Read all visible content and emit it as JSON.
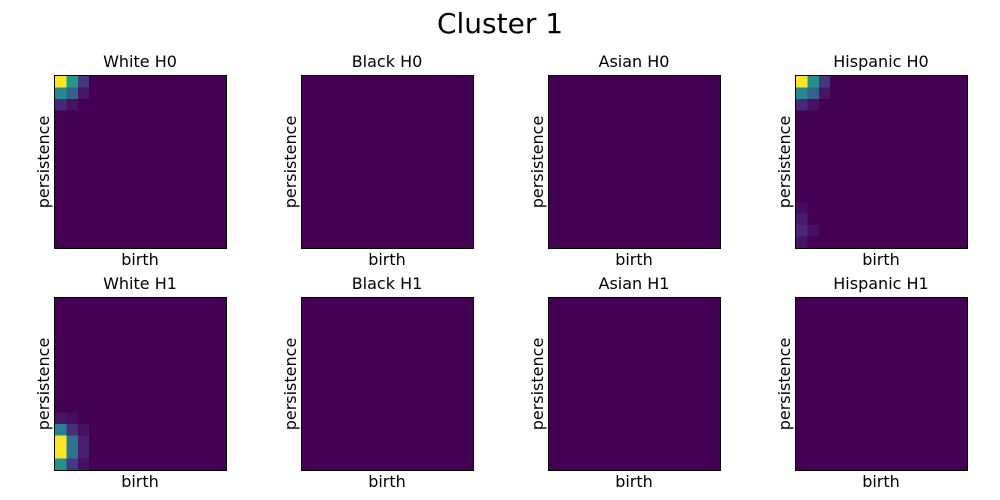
{
  "figure": {
    "title": "Cluster 1",
    "background": "#ffffff",
    "spine_color": "#000000"
  },
  "colormap": {
    "name": "viridis",
    "stops": [
      [
        0.0,
        "#440154"
      ],
      [
        0.1,
        "#482878"
      ],
      [
        0.2,
        "#3e4a89"
      ],
      [
        0.3,
        "#31688e"
      ],
      [
        0.4,
        "#26828e"
      ],
      [
        0.5,
        "#21918c"
      ],
      [
        0.6,
        "#35b779"
      ],
      [
        0.7,
        "#6dcd59"
      ],
      [
        0.8,
        "#b4de2c"
      ],
      [
        0.9,
        "#dfe318"
      ],
      [
        1.0,
        "#fde725"
      ]
    ]
  },
  "chart_data": [
    {
      "id": "white-h0",
      "type": "heatmap",
      "title": "White H0",
      "xlabel": "birth",
      "ylabel": "persistence",
      "grid_size": 15,
      "value_range": [
        0,
        1
      ],
      "background_value": 0,
      "cells": [
        [
          0,
          0,
          1.0
        ],
        [
          0,
          1,
          0.52
        ],
        [
          0,
          2,
          0.15
        ],
        [
          1,
          0,
          0.45
        ],
        [
          1,
          1,
          0.28
        ],
        [
          1,
          2,
          0.05
        ],
        [
          2,
          0,
          0.1
        ],
        [
          2,
          1,
          0.04
        ]
      ]
    },
    {
      "id": "black-h0",
      "type": "heatmap",
      "title": "Black H0",
      "xlabel": "birth",
      "ylabel": "persistence",
      "grid_size": 15,
      "value_range": [
        0,
        1
      ],
      "background_value": 0,
      "cells": []
    },
    {
      "id": "asian-h0",
      "type": "heatmap",
      "title": "Asian H0",
      "xlabel": "birth",
      "ylabel": "persistence",
      "grid_size": 15,
      "value_range": [
        0,
        1
      ],
      "background_value": 0,
      "cells": []
    },
    {
      "id": "hispanic-h0",
      "type": "heatmap",
      "title": "Hispanic H0",
      "xlabel": "birth",
      "ylabel": "persistence",
      "grid_size": 15,
      "value_range": [
        0,
        1
      ],
      "background_value": 0,
      "cells": [
        [
          0,
          0,
          1.0
        ],
        [
          0,
          1,
          0.5
        ],
        [
          0,
          2,
          0.15
        ],
        [
          1,
          0,
          0.45
        ],
        [
          1,
          1,
          0.27
        ],
        [
          1,
          2,
          0.05
        ],
        [
          2,
          0,
          0.1
        ],
        [
          2,
          1,
          0.04
        ],
        [
          11,
          0,
          0.03
        ],
        [
          12,
          0,
          0.07
        ],
        [
          13,
          0,
          0.1
        ],
        [
          13,
          1,
          0.04
        ],
        [
          14,
          0,
          0.05
        ]
      ]
    },
    {
      "id": "white-h1",
      "type": "heatmap",
      "title": "White H1",
      "xlabel": "birth",
      "ylabel": "persistence",
      "grid_size": 15,
      "value_range": [
        0,
        1
      ],
      "background_value": 0,
      "cells": [
        [
          10,
          0,
          0.05
        ],
        [
          10,
          1,
          0.03
        ],
        [
          11,
          0,
          0.42
        ],
        [
          11,
          1,
          0.12
        ],
        [
          11,
          2,
          0.04
        ],
        [
          12,
          0,
          1.0
        ],
        [
          12,
          1,
          0.35
        ],
        [
          12,
          2,
          0.08
        ],
        [
          13,
          0,
          1.0
        ],
        [
          13,
          1,
          0.35
        ],
        [
          13,
          2,
          0.08
        ],
        [
          14,
          0,
          0.5
        ],
        [
          14,
          1,
          0.15
        ],
        [
          14,
          2,
          0.04
        ]
      ]
    },
    {
      "id": "black-h1",
      "type": "heatmap",
      "title": "Black H1",
      "xlabel": "birth",
      "ylabel": "persistence",
      "grid_size": 15,
      "value_range": [
        0,
        1
      ],
      "background_value": 0,
      "cells": []
    },
    {
      "id": "asian-h1",
      "type": "heatmap",
      "title": "Asian H1",
      "xlabel": "birth",
      "ylabel": "persistence",
      "grid_size": 15,
      "value_range": [
        0,
        1
      ],
      "background_value": 0,
      "cells": []
    },
    {
      "id": "hispanic-h1",
      "type": "heatmap",
      "title": "Hispanic H1",
      "xlabel": "birth",
      "ylabel": "persistence",
      "grid_size": 15,
      "value_range": [
        0,
        1
      ],
      "background_value": 0,
      "cells": []
    }
  ]
}
